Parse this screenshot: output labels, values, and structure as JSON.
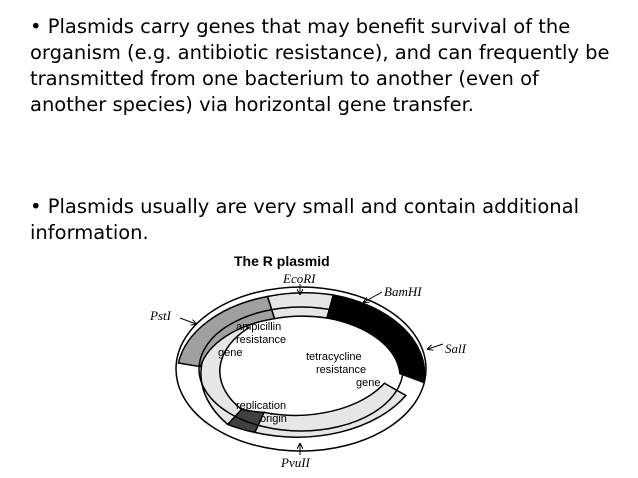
{
  "slide": {
    "bullets": [
      "• Plasmids carry genes that may benefit survival of the organism (e.g. antibiotic resistance), and can frequently be transmitted from one bacterium to another (even of another species) via horizontal gene transfer.",
      "• Plasmids usually are very small and contain additional information."
    ]
  },
  "diagram": {
    "title": "The R plasmid",
    "sites": {
      "ecori": "EcoRI",
      "bamhi": "BamHI",
      "sali": "SalI",
      "psti": "PstI",
      "pvuii": "PvuII"
    },
    "regions": {
      "ampicillin": [
        "ampicillin",
        "resistance",
        "gene"
      ],
      "tetracycline": [
        "tetracycline",
        "resistance",
        "gene"
      ],
      "replication": [
        "replication",
        "origin"
      ]
    },
    "colors": {
      "ampicillin_region": "#a0a0a0",
      "tetracycline_region": "#000000",
      "replication_region": "#404040",
      "plasmid_ring": "#e6e6e6"
    }
  }
}
